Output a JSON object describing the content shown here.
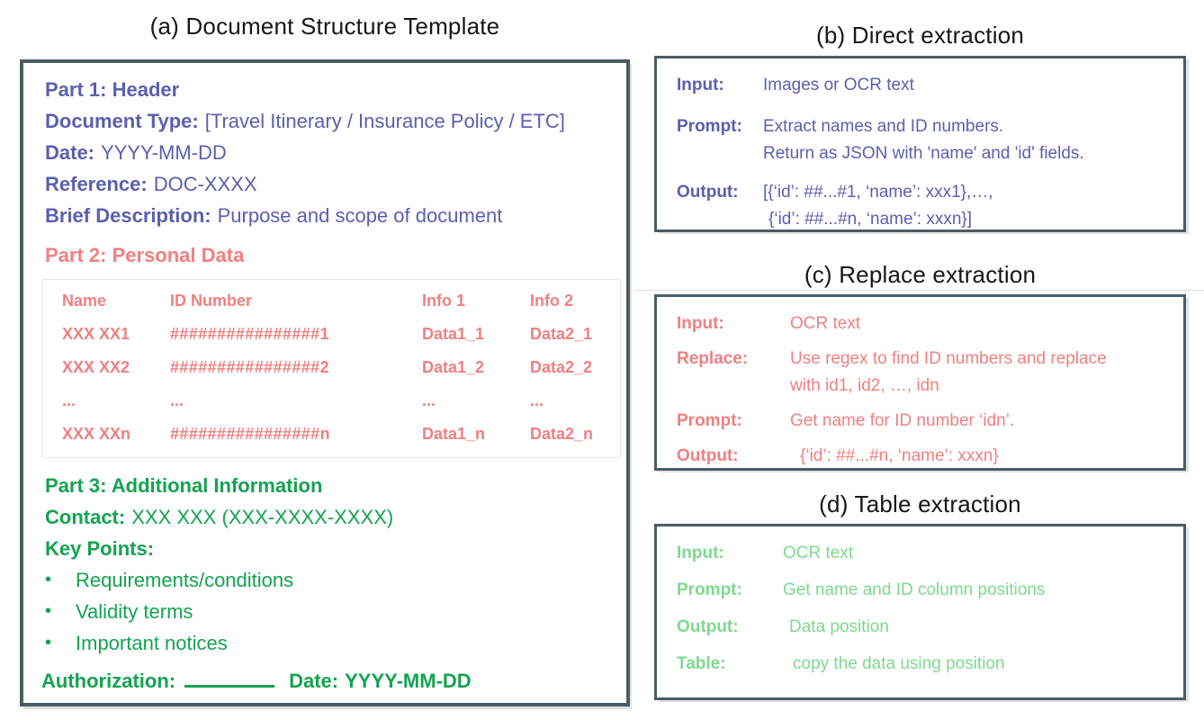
{
  "colors": {
    "purple": "#5b5fae",
    "salmon": "#f08080",
    "green": "#13a351",
    "light_green": "#7ed98f",
    "box_border": "#4c5c64"
  },
  "panel_a": {
    "title": "(a) Document Structure Template",
    "part1_heading": "Part 1: Header",
    "fields": [
      {
        "label": "Document Type:",
        "value": "[Travel Itinerary / Insurance Policy / ETC]"
      },
      {
        "label": "Date:",
        "value": "YYYY-MM-DD"
      },
      {
        "label": "Reference:",
        "value": "DOC-XXXX"
      },
      {
        "label": "Brief Description:",
        "value": "Purpose and scope of document"
      }
    ],
    "part2_heading": "Part 2: Personal Data",
    "table": {
      "headers": [
        "Name",
        "ID Number",
        "Info 1",
        "Info 2"
      ],
      "rows": [
        [
          "XXX XX1",
          "################1",
          "Data1_1",
          "Data2_1"
        ],
        [
          "XXX XX2",
          "################2",
          "Data1_2",
          "Data2_2"
        ],
        [
          "...",
          "...",
          "...",
          "..."
        ],
        [
          "XXX XXn",
          "################n",
          "Data1_n",
          "Data2_n"
        ]
      ]
    },
    "part3_heading": "Part 3: Additional Information",
    "contact_label": "Contact:",
    "contact_value": "XXX XXX (XXX-XXXX-XXXX)",
    "key_points_heading": "Key Points:",
    "bullets": [
      "Requirements/conditions",
      "Validity terms",
      "Important notices"
    ],
    "authorization_label": "Authorization:",
    "date_label": "Date:",
    "date_value": "YYYY-MM-DD"
  },
  "panel_b": {
    "title": "(b) Direct extraction",
    "rows": [
      {
        "label": "Input:",
        "lines": [
          "Images or OCR text"
        ]
      },
      {
        "label": "Prompt:",
        "lines": [
          "Extract names and ID numbers.",
          "Return as JSON with 'name' and 'id' fields."
        ]
      },
      {
        "label": "Output:",
        "lines": [
          "[{‘id’: ##...#1, ‘name’: xxx1},…,",
          "{‘id’: ##...#n, ‘name’: xxxn}]"
        ]
      }
    ]
  },
  "panel_c": {
    "title": "(c) Replace extraction",
    "rows": [
      {
        "label": "Input:",
        "lines": [
          "OCR text"
        ]
      },
      {
        "label": "Replace:",
        "lines": [
          "Use regex to find ID numbers and replace",
          "with id1, id2, …, idn"
        ]
      },
      {
        "label": "Prompt:",
        "lines": [
          "Get name for ID number ‘idn’."
        ]
      },
      {
        "label": "Output:",
        "lines": [
          "{‘id’: ##...#n, ‘name’: xxxn}"
        ]
      }
    ]
  },
  "panel_d": {
    "title": "(d) Table extraction",
    "rows": [
      {
        "label": "Input:",
        "lines": [
          "OCR text"
        ]
      },
      {
        "label": "Prompt:",
        "lines": [
          "Get name and ID column positions"
        ]
      },
      {
        "label": "Output:",
        "lines": [
          "Data position"
        ]
      },
      {
        "label": "Table:",
        "lines": [
          "copy the data using position"
        ]
      }
    ]
  }
}
